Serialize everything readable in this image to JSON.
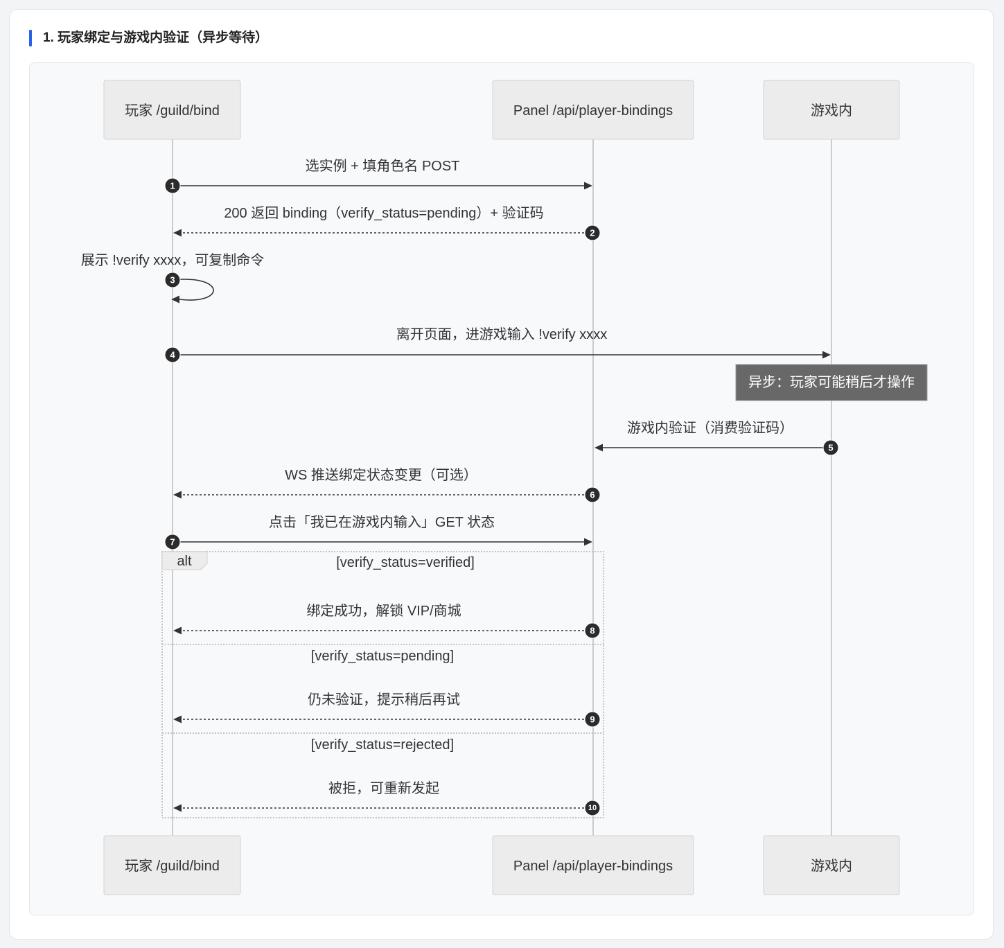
{
  "section": {
    "title": "1. 玩家绑定与游戏内验证（异步等待）"
  },
  "diagram": {
    "participants": [
      {
        "label": "玩家 /guild/bind"
      },
      {
        "label": "Panel /api/player-bindings"
      },
      {
        "label": "游戏内"
      }
    ],
    "messages": [
      {
        "number": "1",
        "label": "选实例 + 填角色名 POST"
      },
      {
        "number": "2",
        "label": "200 返回 binding（verify_status=pending）+ 验证码"
      },
      {
        "number": "3",
        "label": "展示 !verify xxxx，可复制命令"
      },
      {
        "number": "4",
        "label": "离开页面，进游戏输入 !verify xxxx"
      },
      {
        "number": "5",
        "label": "游戏内验证（消费验证码）"
      },
      {
        "number": "6",
        "label": "WS 推送绑定状态变更（可选）"
      },
      {
        "number": "7",
        "label": "点击「我已在游戏内输入」GET 状态"
      },
      {
        "number": "8",
        "label": "绑定成功，解锁 VIP/商城"
      },
      {
        "number": "9",
        "label": "仍未验证，提示稍后再试"
      },
      {
        "number": "10",
        "label": "被拒，可重新发起"
      }
    ],
    "note": "异步：玩家可能稍后才操作",
    "alt": {
      "label": "alt",
      "sections": [
        {
          "condition": "[verify_status=verified]"
        },
        {
          "condition": "[verify_status=pending]"
        },
        {
          "condition": "[verify_status=rejected]"
        }
      ]
    }
  },
  "colors": {
    "accent": "#2563eb",
    "note_fill": "#686868",
    "badge_fill": "#2b2b2b",
    "participant_fill": "#ececec"
  }
}
